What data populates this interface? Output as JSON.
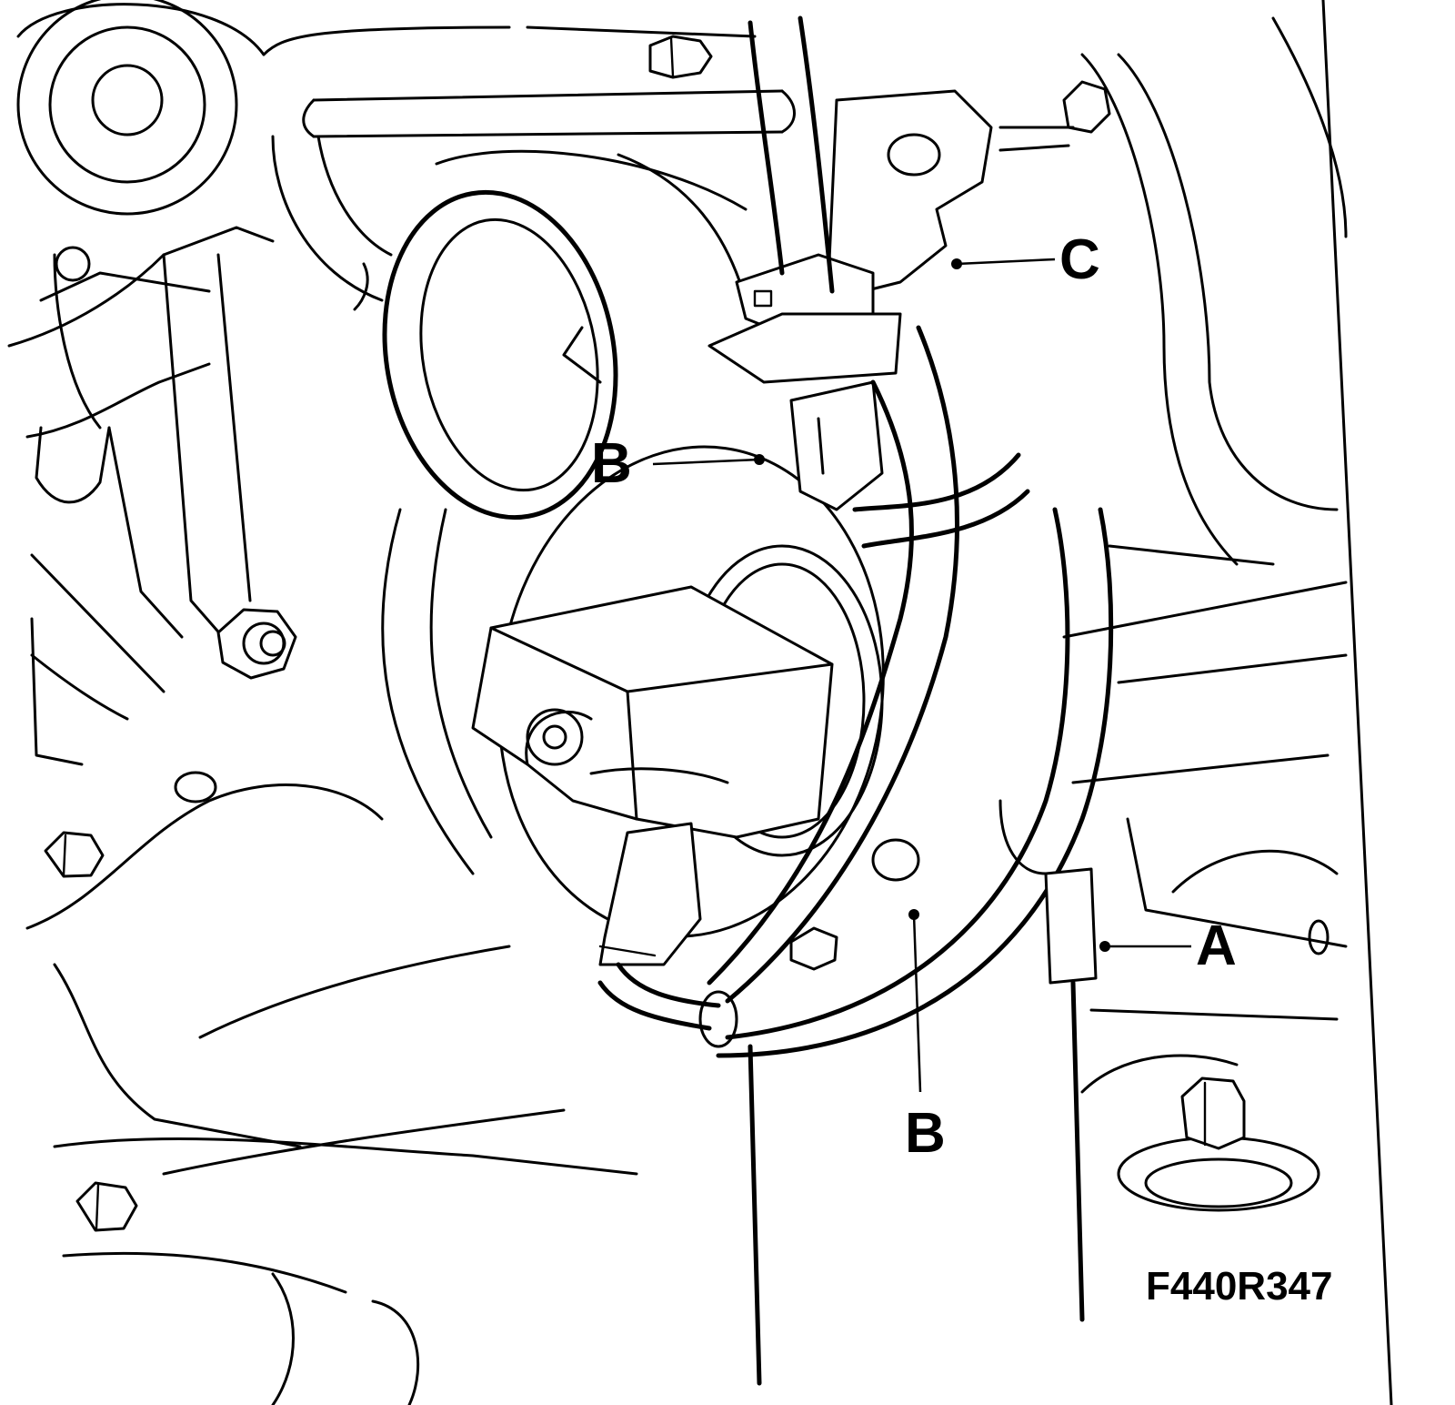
{
  "figure": {
    "id": "F440R347"
  },
  "callouts": {
    "a": "A",
    "b_upper": "B",
    "b_lower": "B",
    "c": "C"
  }
}
